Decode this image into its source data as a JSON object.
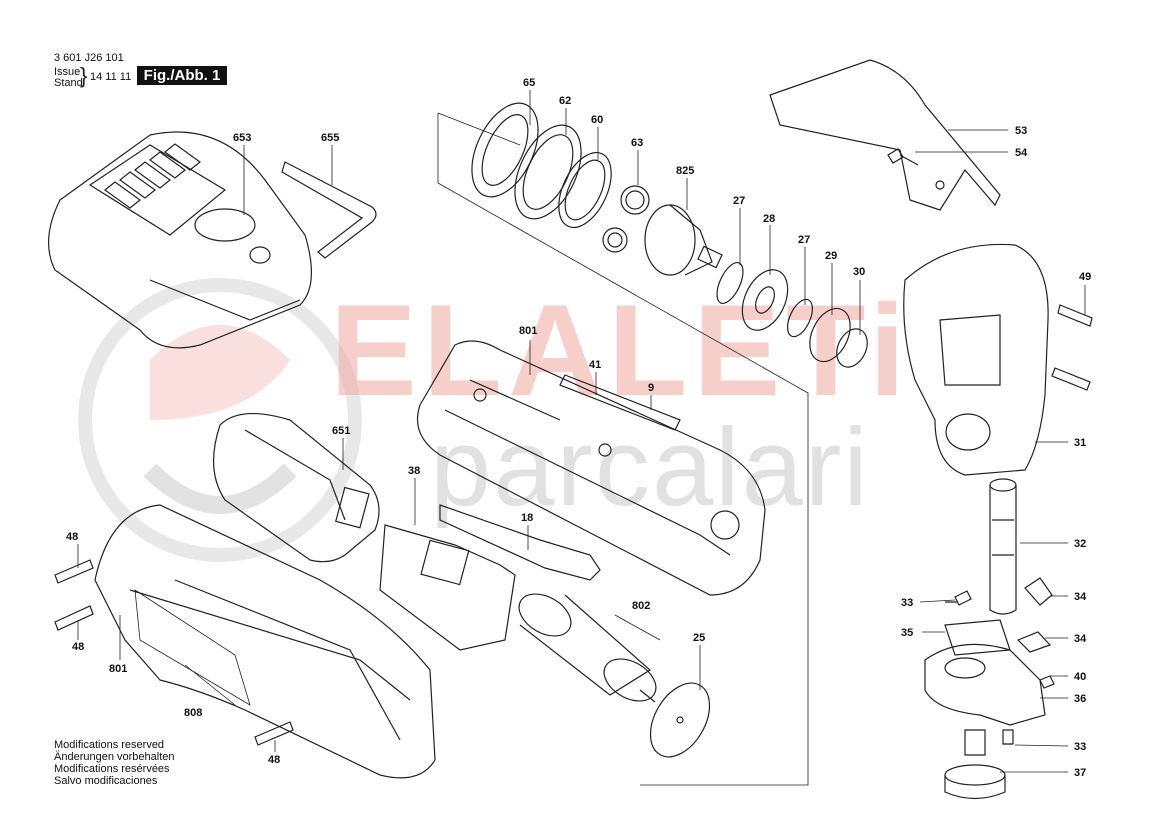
{
  "header": {
    "doc_number": "3 601 J26 101",
    "issue_label": "Issue",
    "stand_label": "Stand",
    "brace": "}",
    "date": "14 11 11",
    "figure": "Fig./Abb. 1"
  },
  "footer": {
    "lines": [
      "Modifications reserved",
      "Änderungen vorbehalten",
      "Modifications resérvées",
      "Salvo modificaciones"
    ]
  },
  "watermark": {
    "top": "ELALETi",
    "bottom": "parcalari"
  },
  "callouts": [
    "653",
    "655",
    "65",
    "62",
    "60",
    "63",
    "825",
    "27",
    "28",
    "27",
    "29",
    "30",
    "53",
    "54",
    "49",
    "801",
    "41",
    "9",
    "651",
    "38",
    "18",
    "31",
    "32",
    "48",
    "48",
    "801",
    "808",
    "48",
    "802",
    "25",
    "33",
    "34",
    "35",
    "34",
    "40",
    "36",
    "33",
    "37"
  ],
  "colors": {
    "line": "#222222",
    "watermark_red": "#f0a9a2",
    "watermark_gray": "#bdbdbd"
  }
}
